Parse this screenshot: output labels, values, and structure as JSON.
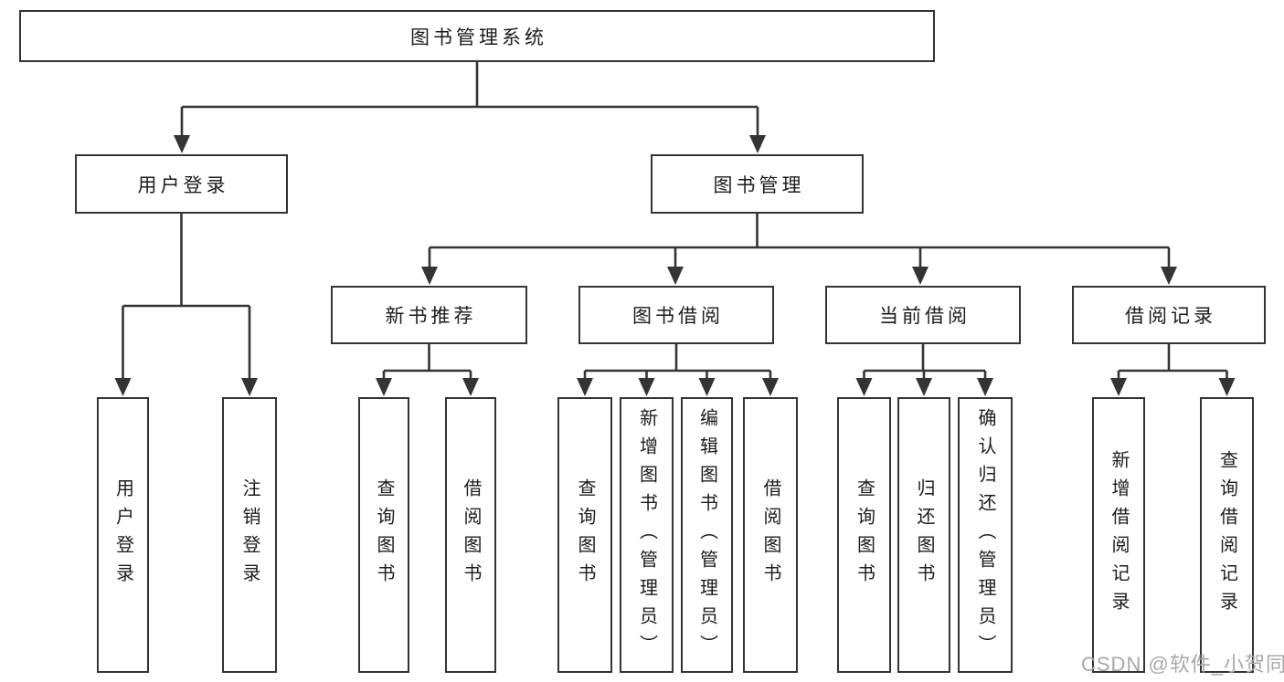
{
  "nodes": {
    "root": "图书管理系统",
    "user_login": "用户登录",
    "book_mgmt": "图书管理",
    "new_books": "新书推荐",
    "book_borrow": "图书借阅",
    "current_borrow": "当前借阅",
    "borrow_records": "借阅记录",
    "leaf_user_login": "用户登录",
    "leaf_logout": "注销登录",
    "leaf_nb_query_book": "查询图书",
    "leaf_nb_borrow_book": "借阅图书",
    "leaf_bw_query_book": "查询图书",
    "leaf_bw_add_book": "新增图书（管理员）",
    "leaf_bw_edit_book": "编辑图书（管理员）",
    "leaf_bw_borrow_book": "借阅图书",
    "leaf_cu_query_book": "查询图书",
    "leaf_cu_return_book": "归还图书",
    "leaf_cu_confirm_return": "确认归还（管理员）",
    "leaf_rc_add_record": "新增借阅记录",
    "leaf_rc_query_record": "查询借阅记录"
  },
  "watermark": "CSDN @软件_小贺同学",
  "colors": {
    "line": "#343434",
    "text": "#1c1c1c",
    "watermark": "#a8a8a8"
  }
}
